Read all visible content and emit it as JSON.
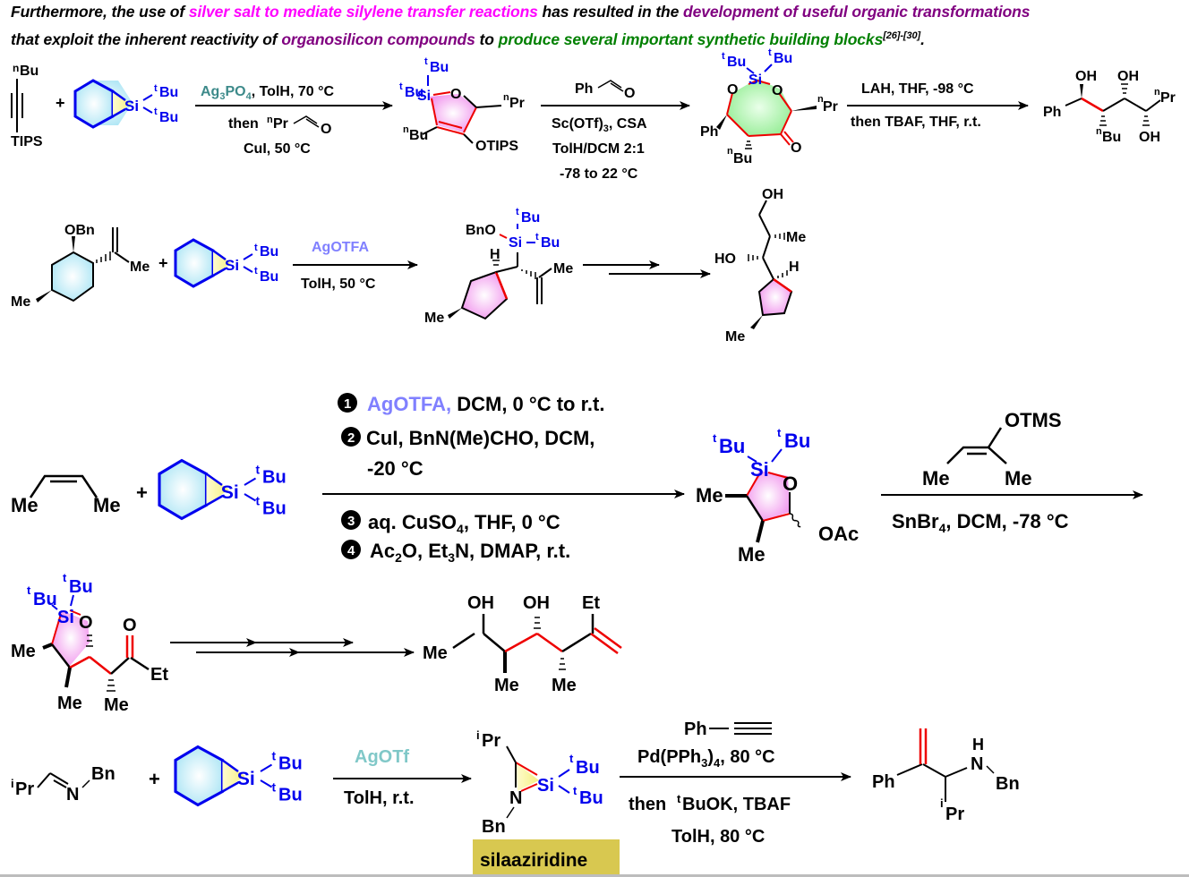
{
  "intro": {
    "line1": [
      {
        "text": "Furthermore, the use of ",
        "style": "black"
      },
      {
        "text": "silver salt to mediate silylene transfer reactions",
        "style": "magenta"
      },
      {
        "text": " has resulted in the ",
        "style": "black"
      },
      {
        "text": "development of useful organic transformations",
        "style": "purple"
      }
    ],
    "line2": [
      {
        "text": "that exploit the inherent reactivity of ",
        "style": "black"
      },
      {
        "text": "organosilicon compounds",
        "style": "purple"
      },
      {
        "text": " to ",
        "style": "black"
      },
      {
        "text": "produce several important synthetic building blocks",
        "style": "green"
      }
    ],
    "citation": "[26]-[30]",
    "end": "."
  },
  "colors": {
    "magenta": "#ff00ff",
    "purple": "#800080",
    "green": "#008000",
    "silicon_blue": "#0000ee",
    "bond_red": "#ee0000",
    "teal_reagent": "#3d8a8a",
    "lavender_reagent": "#8080ff",
    "light_teal_reagent": "#80c8c8",
    "ring_cyan": "#c8f0f8",
    "ring_pink": "#f4a8f0",
    "ring_green": "#a8f0a8",
    "label_gold": "#d8c850"
  },
  "silylene_source": {
    "si": "Si",
    "sub": "t",
    "group": "Bu"
  },
  "labels": {
    "Bu": "Bu",
    "Pr": "Pr",
    "n": "n",
    "t": "t",
    "i": "i",
    "TIPS": "TIPS",
    "OTIPS": "OTIPS",
    "Ph": "Ph",
    "O": "O",
    "OH": "OH",
    "HO": "HO",
    "Me": "Me",
    "H": "H",
    "OBn": "OBn",
    "BnO": "BnO",
    "OAc": "OAc",
    "OTMS": "OTMS",
    "Et": "Et",
    "N": "N",
    "Bn": "Bn",
    "plus": "+"
  },
  "reaction1": {
    "step1": {
      "above": {
        "reagent": "Ag3PO4",
        "rest": ", TolH, 70 °C"
      },
      "below1": "then ",
      "below2": "CuI, 50 °C"
    },
    "step2": {
      "below": [
        "Sc(OTf)3, CSA",
        "TolH/DCM 2:1",
        "-78 to 22 °C"
      ]
    },
    "step3": {
      "above": "LAH, THF, -98 °C",
      "below": "then TBAF, THF, r.t."
    }
  },
  "reaction2": {
    "reagent": "AgOTFA",
    "conditions": "TolH, 50 °C"
  },
  "reaction3": {
    "steps": [
      {
        "num": "1",
        "reagent": "AgOTFA,",
        "rest": " DCM, 0 °C to r.t."
      },
      {
        "num": "2",
        "rest": "CuI, BnN(Me)CHO, DCM,",
        "cont": "-20 °C"
      },
      {
        "num": "3",
        "rest": "aq. CuSO4, THF, 0 °C"
      },
      {
        "num": "4",
        "rest": "Ac2O, Et3N, DMAP, r.t."
      }
    ],
    "step2_conditions": "SnBr4, DCM, -78 °C"
  },
  "reaction4": {
    "reagent": "AgOTf",
    "conditions": "TolH, r.t.",
    "product_label": "silaaziridine",
    "step2": {
      "above1": "Ph",
      "above2": "Pd(PPh3)4, 80 °C",
      "below1": "then ",
      "below1b": "BuOK, TBAF",
      "below2": "TolH, 80 °C"
    }
  }
}
